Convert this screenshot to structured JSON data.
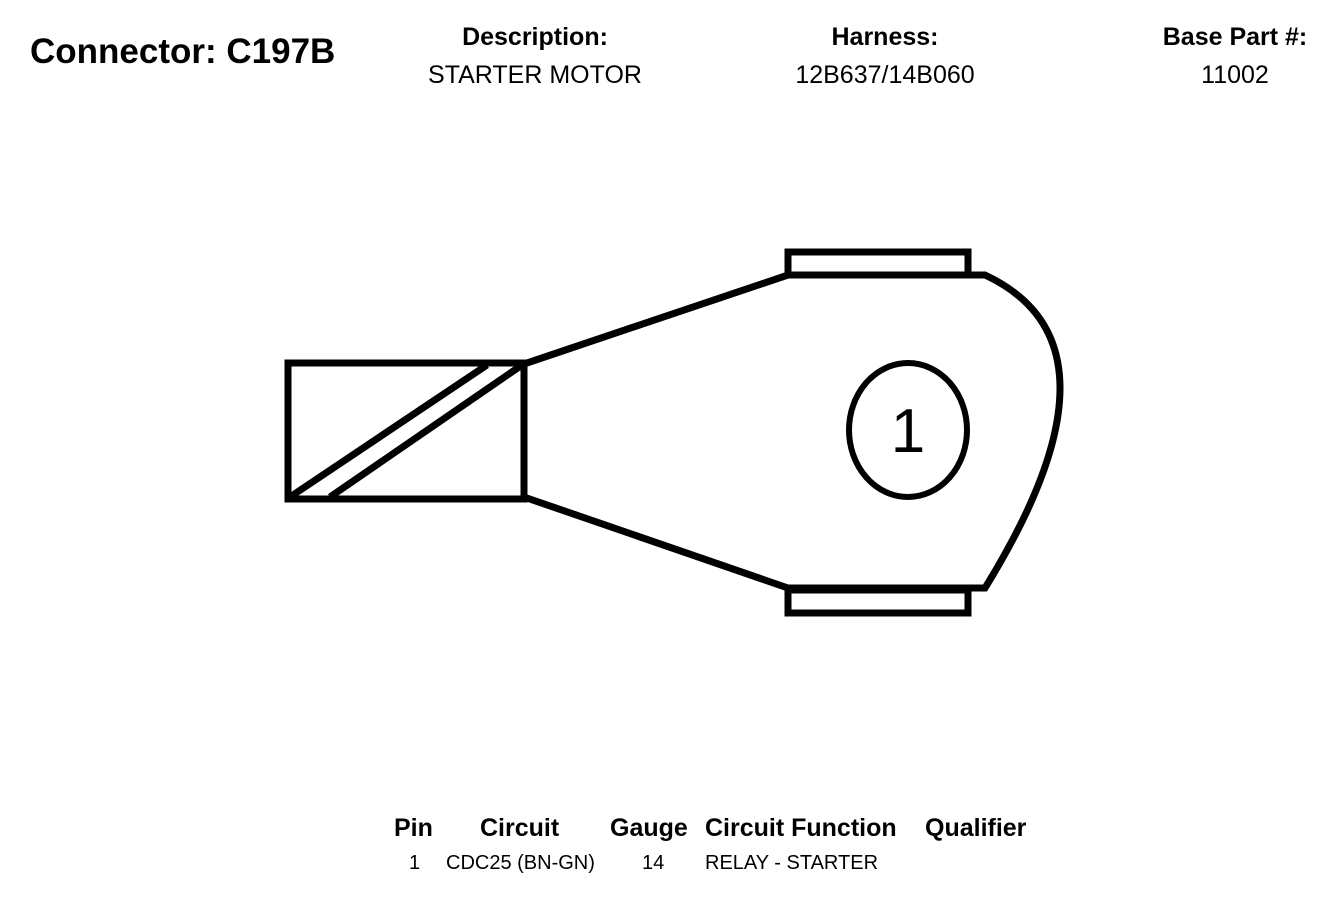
{
  "header": {
    "connector_title": "Connector: C197B",
    "description_label": "Description:",
    "description_value": "STARTER MOTOR",
    "harness_label": "Harness:",
    "harness_value": "12B637/14B060",
    "base_part_label": "Base Part #:",
    "base_part_value": "11002"
  },
  "diagram": {
    "pin_label": "1",
    "stroke_color": "#000000",
    "fill_color": "#ffffff"
  },
  "pin_table": {
    "headers": {
      "pin": "Pin",
      "circuit": "Circuit",
      "gauge": "Gauge",
      "circuit_function": "Circuit Function",
      "qualifier": "Qualifier"
    },
    "rows": [
      {
        "pin": "1",
        "circuit": "CDC25 (BN-GN)",
        "gauge": "14",
        "circuit_function": "RELAY - STARTER",
        "qualifier": ""
      }
    ]
  }
}
